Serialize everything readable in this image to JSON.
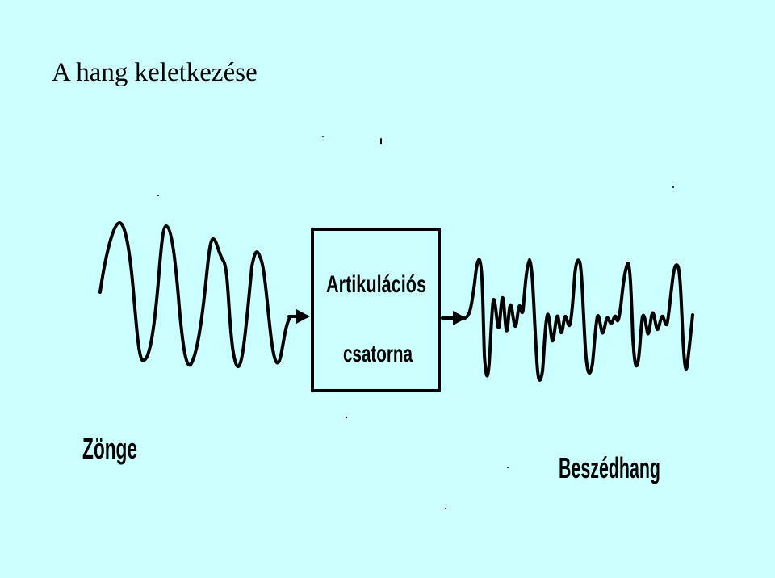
{
  "slide": {
    "title": "A hang keletkezése",
    "background_color": "#ccffff"
  },
  "diagram": {
    "box_lines": [
      "Artikulációs",
      "csatorna"
    ],
    "input_label": "Zönge",
    "output_label": "Beszédhang",
    "ink_color": "#000000"
  }
}
